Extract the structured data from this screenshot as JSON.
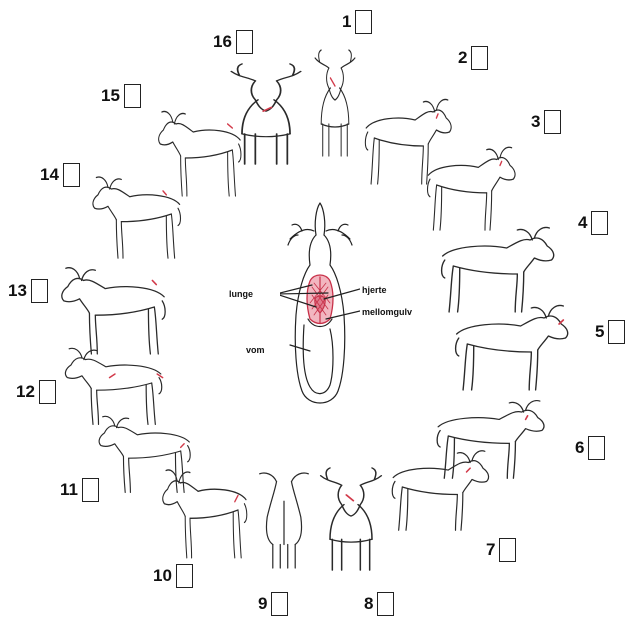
{
  "positions": [
    {
      "number": "1"
    },
    {
      "number": "2"
    },
    {
      "number": "3"
    },
    {
      "number": "4"
    },
    {
      "number": "5"
    },
    {
      "number": "6"
    },
    {
      "number": "7"
    },
    {
      "number": "8"
    },
    {
      "number": "9"
    },
    {
      "number": "10"
    },
    {
      "number": "11"
    },
    {
      "number": "12"
    },
    {
      "number": "13"
    },
    {
      "number": "14"
    },
    {
      "number": "15"
    },
    {
      "number": "16"
    }
  ],
  "organs": {
    "lung": "lunge",
    "heart": "hjerte",
    "diaphragm": "mellomgulv",
    "rumen": "vom"
  },
  "colors": {
    "outline": "#2a2a2a",
    "wound": "#d23a4a",
    "organ_fill": "#f2b6c0",
    "organ_stroke": "#c8324a"
  }
}
